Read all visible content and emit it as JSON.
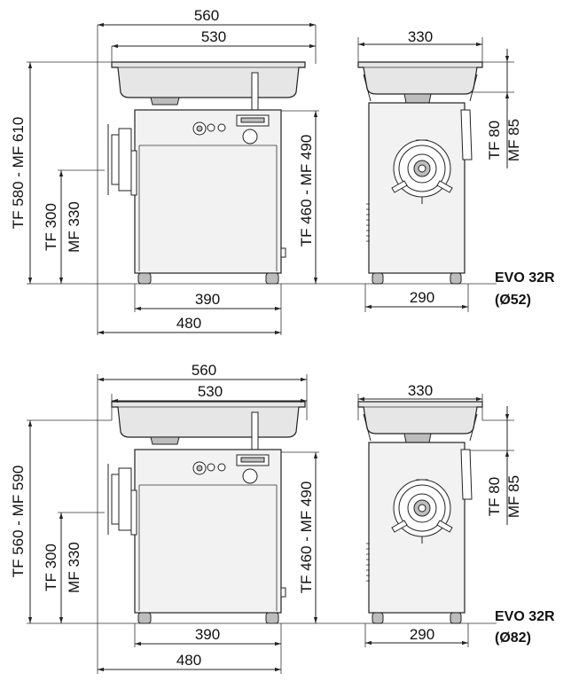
{
  "drawings": [
    {
      "model_label": "EVO 32R",
      "diameter_label": "(Ø52)",
      "front": {
        "width_outer": "560",
        "width_tray": "530",
        "width_body": "390",
        "width_base": "480",
        "height_total": "TF 580 - MF 610",
        "height_body": "TF 460 - MF 490",
        "height_outlet_tf": "TF 300",
        "height_outlet_mf": "MF 330"
      },
      "side": {
        "width_tray": "330",
        "width_body": "290",
        "tray_height_tf": "TF 80",
        "tray_height_mf": "MF 85"
      }
    },
    {
      "model_label": "EVO 32R",
      "diameter_label": "(Ø82)",
      "front": {
        "width_outer": "560",
        "width_tray": "530",
        "width_body": "390",
        "width_base": "480",
        "height_total": "TF 560 - MF 590",
        "height_body": "TF 460 - MF 490",
        "height_outlet_tf": "TF 300",
        "height_outlet_mf": "MF 330"
      },
      "side": {
        "width_tray": "330",
        "width_body": "290",
        "tray_height_tf": "TF 80",
        "tray_height_mf": "MF 85"
      }
    }
  ]
}
